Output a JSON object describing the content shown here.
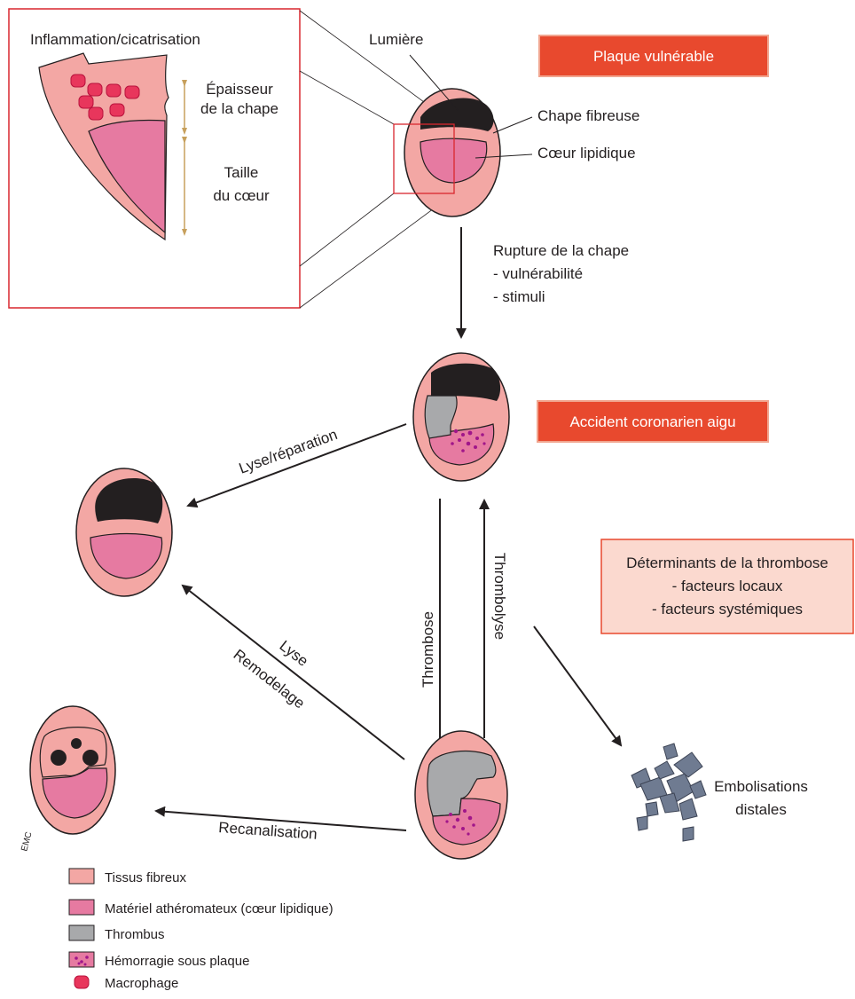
{
  "colors": {
    "fibrous": "#f3a7a4",
    "lipid": "#e67aa1",
    "lumen": "#231f20",
    "thrombus": "#a8a9ab",
    "hemorrhage": "#a0168a",
    "macrophage": "#e8365c",
    "accent_box": "#e8492e",
    "accent_box_border": "#f1a58f",
    "determinants_box": "#fbd9cf",
    "inset_border": "#d9272e",
    "height_arrow": "#c7a05c"
  },
  "inset": {
    "title": "Inflammation/cicatrisation",
    "cap_label_line1": "Épaisseur",
    "cap_label_line2": "de la chape",
    "core_label_line1": "Taille",
    "core_label_line2": "du cœur"
  },
  "top_plaque": {
    "lumen_label": "Lumière",
    "cap_label": "Chape fibreuse",
    "core_label": "Cœur lipidique"
  },
  "boxes": {
    "vulnerable": "Plaque vulnérable",
    "acute": "Accident coronarien aigu",
    "determinants_title": "Déterminants de la thrombose",
    "determinants_item1": "- facteurs locaux",
    "determinants_item2": "- facteurs systémiques"
  },
  "arrows": {
    "rupture_title": "Rupture de la chape",
    "rupture_item1": "- vulnérabilité",
    "rupture_item2": "- stimuli",
    "lysis_repair": "Lyse/réparation",
    "thrombosis": "Thrombose",
    "thrombolysis": "Thrombolyse",
    "lysis": "Lyse",
    "remodeling": "Remodelage",
    "recanalization": "Recanalisation"
  },
  "emboli_line1": "Embolisations",
  "emboli_line2": "distales",
  "logo_text": "EMC",
  "legend": [
    {
      "label": "Tissus fibreux",
      "swatch": "fibrous"
    },
    {
      "label": "Matériel athéromateux (cœur lipidique)",
      "swatch": "lipid"
    },
    {
      "label": "Thrombus",
      "swatch": "thrombus"
    },
    {
      "label": "Hémorragie sous plaque",
      "swatch": "hemorrhage"
    },
    {
      "label": "Macrophage",
      "swatch": "macrophage"
    }
  ]
}
